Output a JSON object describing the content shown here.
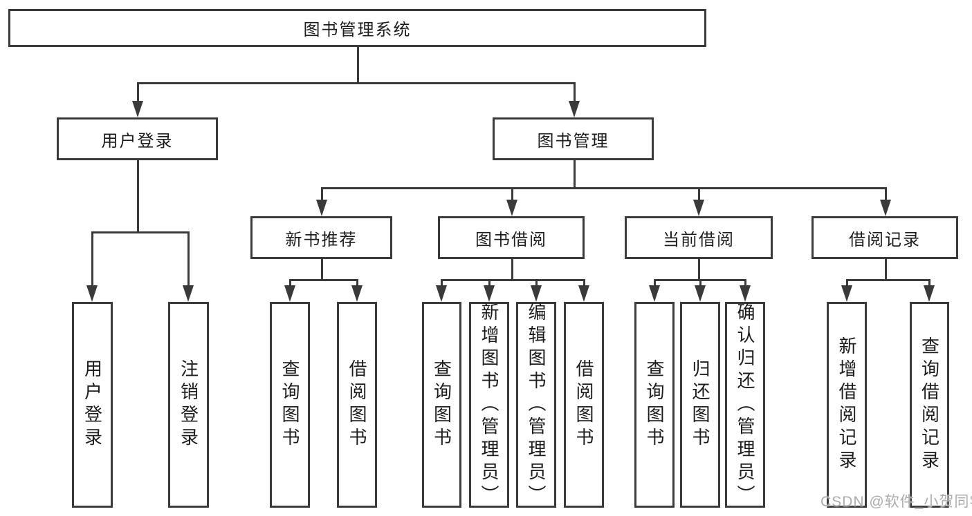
{
  "diagram_title": "图书管理系统",
  "tree": {
    "label": "图书管理系统",
    "children": [
      {
        "label": "用户登录",
        "children": [
          {
            "label": "用户登录"
          },
          {
            "label": "注销登录"
          }
        ]
      },
      {
        "label": "图书管理",
        "children": [
          {
            "label": "新书推荐",
            "children": [
              {
                "label": "查询图书"
              },
              {
                "label": "借阅图书"
              }
            ]
          },
          {
            "label": "图书借阅",
            "children": [
              {
                "label": "查询图书"
              },
              {
                "label": "新增图书（管理员）"
              },
              {
                "label": "编辑图书（管理员）"
              },
              {
                "label": "借阅图书"
              }
            ]
          },
          {
            "label": "当前借阅",
            "children": [
              {
                "label": "查询图书"
              },
              {
                "label": "归还图书"
              },
              {
                "label": "确认归还（管理员）"
              }
            ]
          },
          {
            "label": "借阅记录",
            "children": [
              {
                "label": "新增借阅记录"
              },
              {
                "label": "查询借阅记录"
              }
            ]
          }
        ]
      }
    ]
  },
  "watermark": "CSDN @软件_小贺同学",
  "colors": {
    "line": "#3a3a3a",
    "text": "#1d1d1f",
    "watermark": "#ababab",
    "background": "#ffffff"
  }
}
